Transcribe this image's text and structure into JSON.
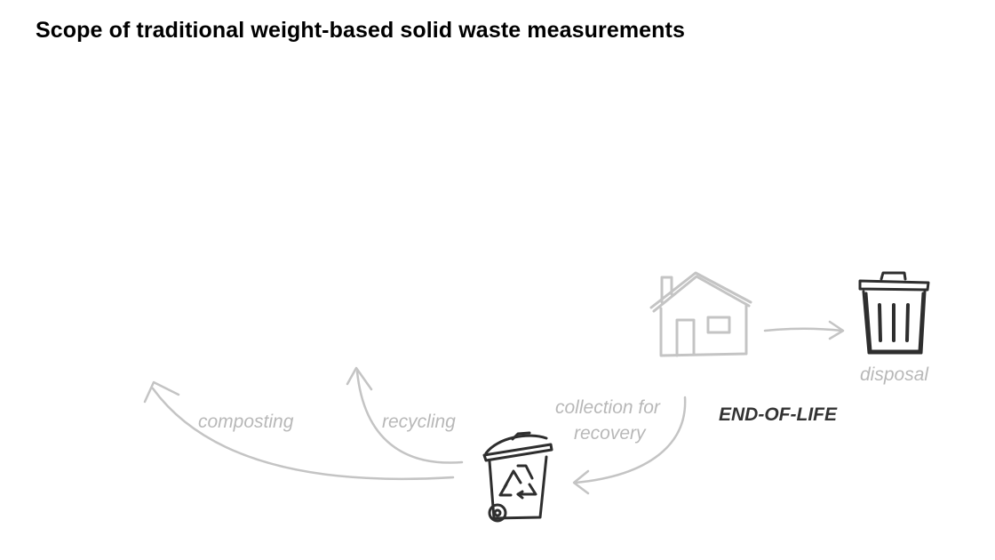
{
  "title": "Scope of traditional weight-based solid waste measurements",
  "stages": {
    "composting": "composting",
    "recycling": "recycling",
    "collection_line1": "collection for",
    "collection_line2": "recovery",
    "disposal": "disposal",
    "end_of_life": "END-OF-LIFE"
  },
  "icons": [
    "house-icon",
    "trash-can-icon",
    "recycling-bin-icon"
  ],
  "colors": {
    "title": "#000000",
    "faint": "#b8b8b8",
    "emphasis": "#2e2e2e"
  }
}
